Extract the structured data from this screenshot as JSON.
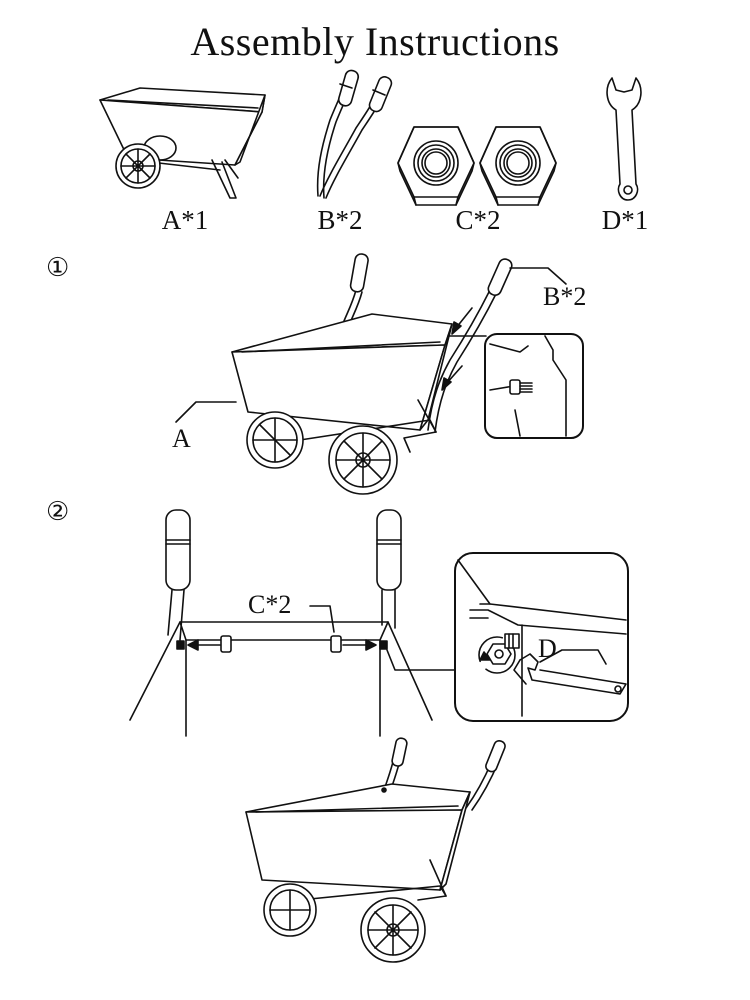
{
  "title": "Assembly Instructions",
  "parts": [
    {
      "id": "cart",
      "label": "A*1"
    },
    {
      "id": "handles",
      "label": "B*2"
    },
    {
      "id": "nuts",
      "label": "C*2"
    },
    {
      "id": "wrench",
      "label": "D*1"
    }
  ],
  "steps": [
    {
      "number": "①",
      "callouts": [
        "A",
        "B*2"
      ]
    },
    {
      "number": "②",
      "callouts": [
        "C*2",
        "D"
      ]
    }
  ]
}
